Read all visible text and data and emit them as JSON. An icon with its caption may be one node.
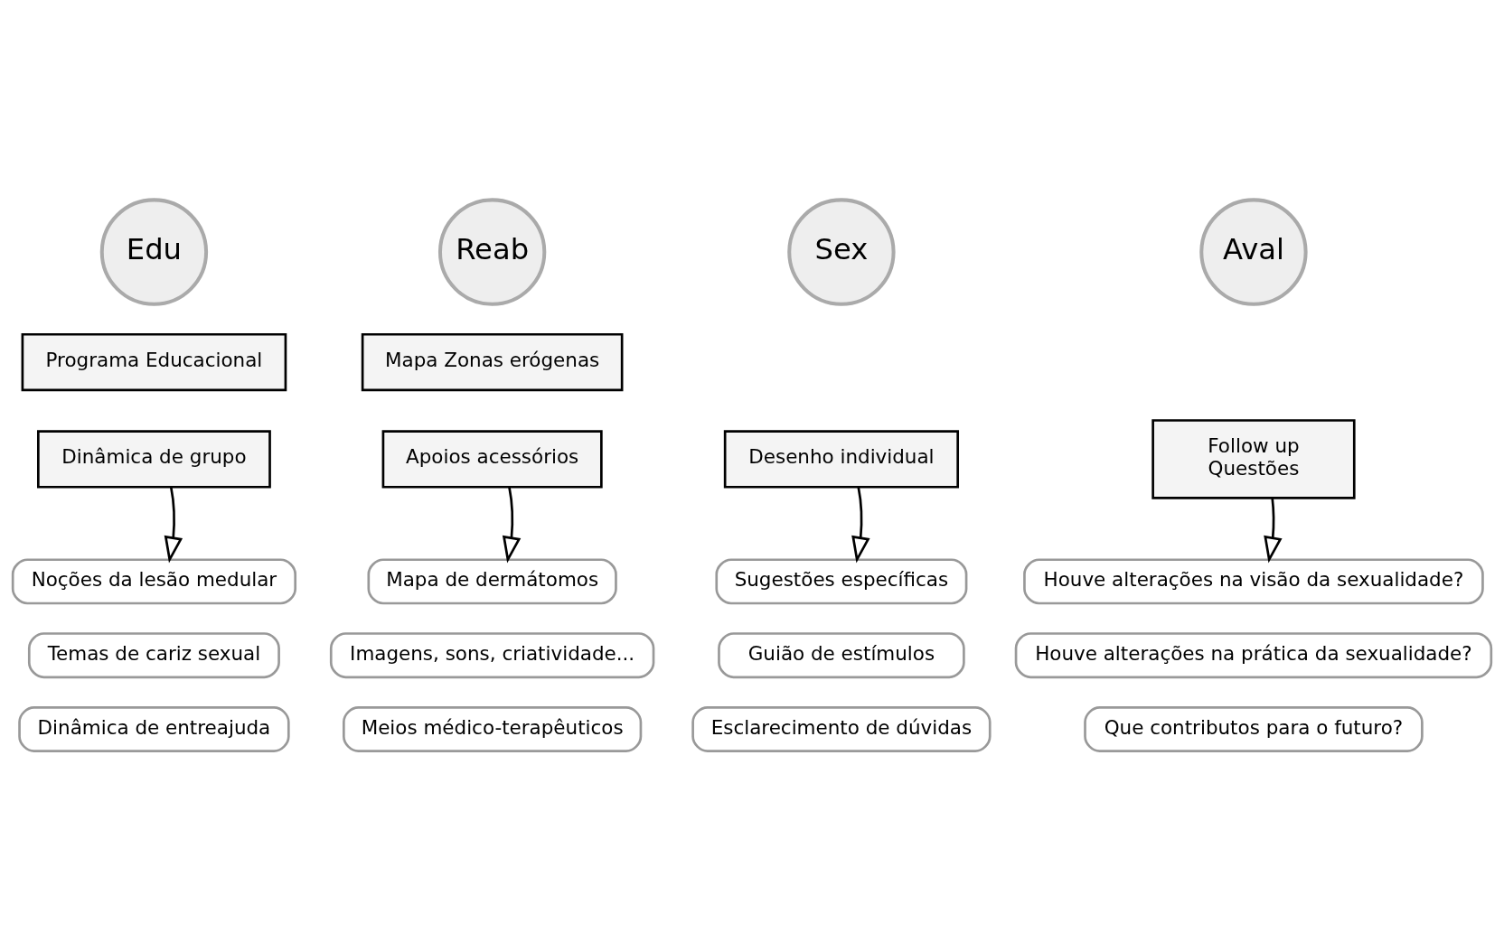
{
  "diagram": {
    "nodes": [
      {
        "text": [
          "Edu"
        ]
      },
      {
        "text": [
          "Programa Educacional"
        ]
      },
      {
        "text": [
          "Dinâmica de grupo"
        ]
      },
      {
        "text": [
          "Reab"
        ]
      },
      {
        "text": [
          "Mapa Zonas erógenas"
        ]
      },
      {
        "text": [
          "Apoios acessórios"
        ]
      },
      {
        "text": [
          "Sex"
        ]
      },
      {
        "text": [
          "Desenho individual"
        ]
      },
      {
        "text": [
          "Aval"
        ]
      },
      {
        "text": [
          "Follow up",
          "Questões"
        ]
      },
      {
        "text": [
          "Noções da lesão medular"
        ]
      },
      {
        "text": [
          "Temas de cariz sexual"
        ]
      },
      {
        "text": [
          "Dinâmica de entreajuda"
        ]
      },
      {
        "text": [
          "Mapa de dermátomos"
        ]
      },
      {
        "text": [
          "Imagens, sons, criatividade..."
        ]
      },
      {
        "text": [
          "Meios médico-terapêuticos"
        ]
      },
      {
        "text": [
          "Sugestões específicas"
        ]
      },
      {
        "text": [
          "Guião de estímulos"
        ]
      },
      {
        "text": [
          "Esclarecimento de dúvidas"
        ]
      },
      {
        "text": [
          "Houve alterações na visão da sexualidade?"
        ]
      },
      {
        "text": [
          "Houve alterações na prática da sexualidade?"
        ]
      },
      {
        "text": [
          "Que contributos para o futuro?"
        ]
      }
    ],
    "edges": [
      {
        "from": 2,
        "to": 10,
        "arrow": "to"
      },
      {
        "from": 5,
        "to": 13,
        "arrow": "to"
      },
      {
        "from": 7,
        "to": 16,
        "arrow": "to"
      },
      {
        "from": 9,
        "to": 19,
        "arrow": "to"
      }
    ]
  }
}
